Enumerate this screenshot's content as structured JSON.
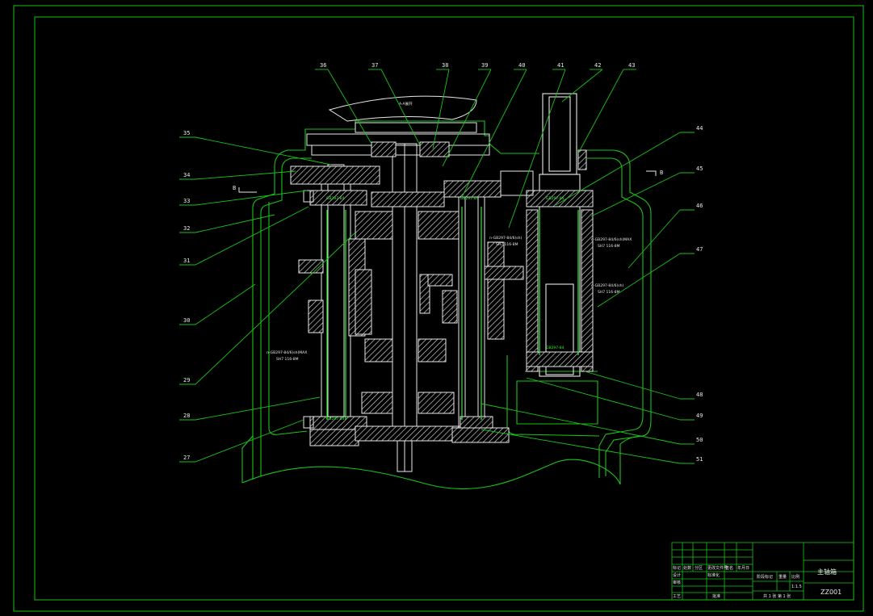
{
  "drawing": {
    "colors": {
      "background": "#000000",
      "frame": "#19c419",
      "part_lines": "#e8e8e8",
      "highlight": "#2cf02c"
    },
    "view_label": "A-A展开",
    "section_marks": {
      "left": "B",
      "right": "B"
    },
    "callouts_top": [
      "36",
      "37",
      "38",
      "39",
      "40",
      "41",
      "42",
      "43"
    ],
    "callouts_left": [
      "35",
      "34",
      "33",
      "32",
      "31",
      "30",
      "29",
      "28",
      "27"
    ],
    "callouts_right": [
      "44",
      "45",
      "46",
      "47",
      "48",
      "49",
      "50",
      "51"
    ],
    "notes": {
      "left_shaft": "n-GB297-84/6(sh)MAX",
      "left_shaft_line2": "SH7 116-8M",
      "bearing_left_top": "GB297-84",
      "bearing_left_bottom": "GB297-84",
      "bearing_mid": "GB297-84",
      "bearing_right_top": "GB297-84",
      "bearing_right_bottom": "GB297-84",
      "mid_note": "n-GB297-84/6(sh)",
      "mid_note_line2": "SH7 116-8M",
      "right_note_1": "n-GB297-84/6(sh)MAX",
      "right_note_1b": "SH7 116-8M",
      "right_note_2": "n-GB297-84/6(sh)",
      "right_note_2b": "SH7 116-8M"
    },
    "title_block": {
      "title": "主轴箱",
      "drawing_no": "ZZ001",
      "revision_headers": [
        "标记",
        "处数",
        "分区",
        "更改文件号",
        "签名",
        "年月日"
      ],
      "row_labels": [
        "设计",
        "标准化",
        "审核",
        "工艺"
      ],
      "approve_label": "批准",
      "stage_label": "阶段标记",
      "weight_label": "重量",
      "scale_label": "比例",
      "scale_value": "1:1.5",
      "sheet_info": "共 1 张  第 1 张"
    }
  }
}
